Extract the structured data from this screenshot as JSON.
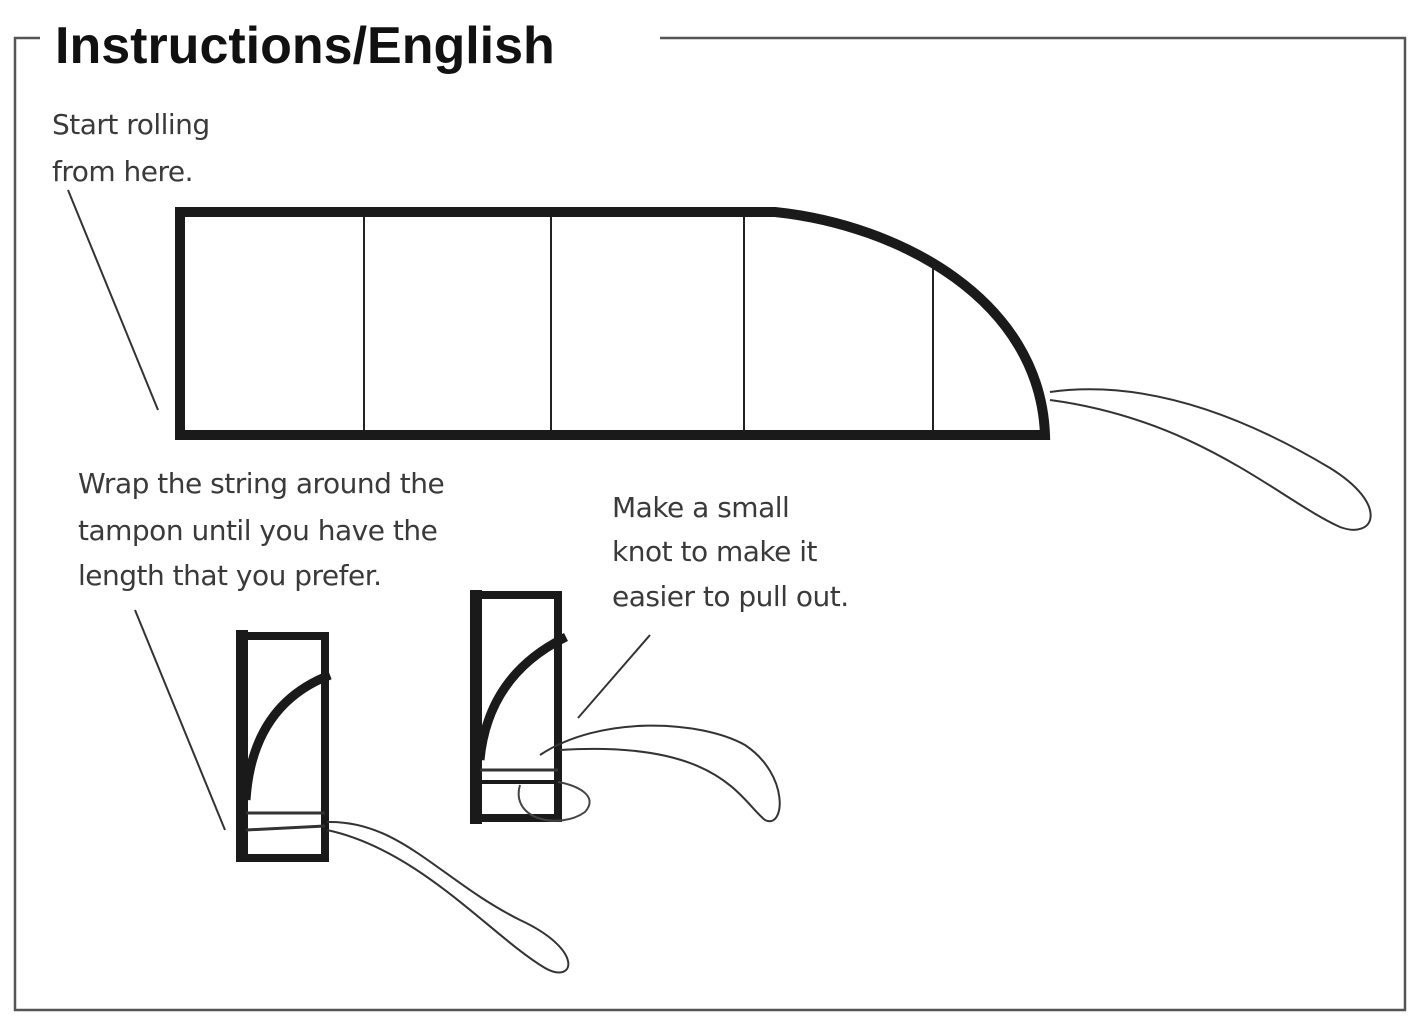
{
  "title": "Instructions/English",
  "steps": [
    {
      "lines": [
        "Start rolling",
        "from here."
      ]
    },
    {
      "lines": [
        "Wrap the string around the",
        "tampon until you have the",
        "length that you prefer."
      ]
    },
    {
      "lines": [
        "Make a small",
        "knot to make it",
        "easier to pull out."
      ]
    }
  ]
}
